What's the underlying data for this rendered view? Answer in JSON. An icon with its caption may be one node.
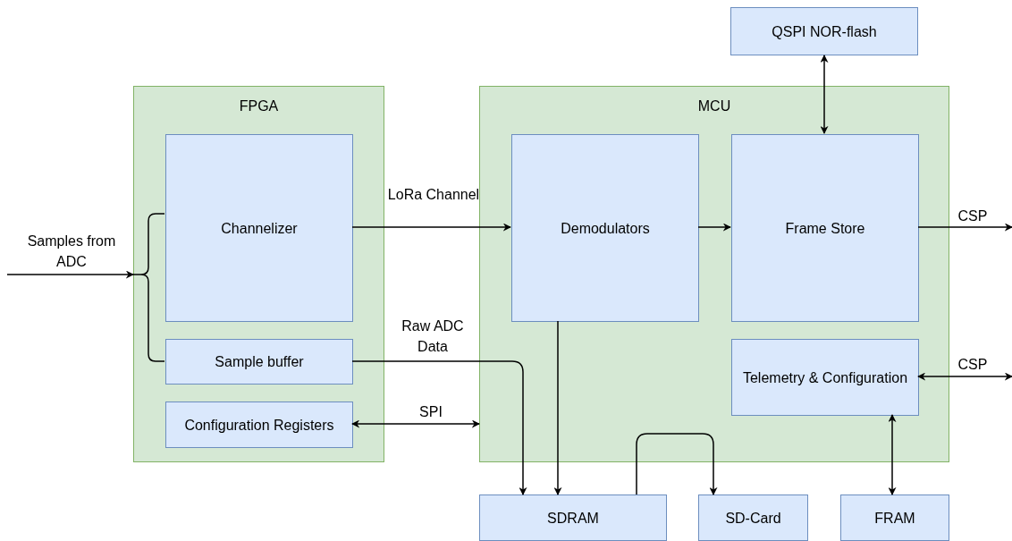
{
  "diagram": {
    "nodes": [
      {
        "text": [
          "FPGA"
        ]
      },
      {
        "text": [
          "Channelizer"
        ],
        "in": 0
      },
      {
        "text": [
          "Sample buffer"
        ],
        "in": 0
      },
      {
        "text": [
          "Configuration Registers"
        ],
        "in": 0
      },
      {
        "text": [
          "MCU"
        ]
      },
      {
        "text": [
          "Demodulators"
        ],
        "in": 4
      },
      {
        "text": [
          "Frame Store"
        ],
        "in": 4
      },
      {
        "text": [
          "Telemetry & Configuration"
        ],
        "in": 4
      },
      {
        "text": [
          "QSPI NOR-flash"
        ]
      },
      {
        "text": [
          "SDRAM"
        ]
      },
      {
        "text": [
          "SD-Card"
        ]
      },
      {
        "text": [
          "FRAM"
        ]
      }
    ],
    "edges": [
      {
        "from": null,
        "to": 0,
        "arrow": "to",
        "label": "Samples from ADC"
      },
      {
        "from": 1,
        "to": 5,
        "arrow": "to",
        "label": "LoRa Channel"
      },
      {
        "from": 5,
        "to": 6,
        "arrow": "to"
      },
      {
        "from": 6,
        "to": null,
        "arrow": "to",
        "label": "CSP"
      },
      {
        "from": 8,
        "to": 6,
        "arrow": "both"
      },
      {
        "from": 2,
        "to": 9,
        "arrow": "to",
        "label": "Raw ADC Data"
      },
      {
        "from": 3,
        "to": 4,
        "arrow": "both",
        "label": "SPI"
      },
      {
        "from": 5,
        "to": 9,
        "arrow": "to"
      },
      {
        "from": 9,
        "to": 10,
        "arrow": "to"
      },
      {
        "from": 7,
        "to": null,
        "arrow": "both",
        "label": "CSP"
      },
      {
        "from": 7,
        "to": 11,
        "arrow": "both"
      }
    ]
  }
}
